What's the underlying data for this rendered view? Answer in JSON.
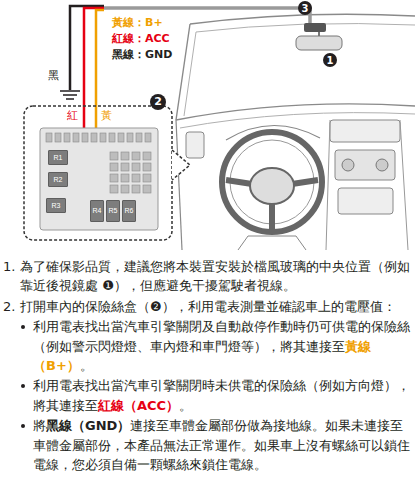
{
  "diagram": {
    "nodes": [
      {
        "text": [
          "R1"
        ]
      },
      {
        "text": [
          "R2"
        ]
      },
      {
        "text": [
          "R3"
        ]
      },
      {
        "text": [
          "R4"
        ]
      },
      {
        "text": [
          "R5"
        ]
      },
      {
        "text": [
          "R6"
        ]
      }
    ],
    "labels": [
      "3",
      "1",
      "黃線：B+",
      "紅線：ACC",
      "黑線：GND",
      "黑",
      "紅",
      "黃",
      "2",
      "1.",
      "為了確保影品質，建議您將本裝置安裝於檔風玻璃的中央位置（例如靠近後視鏡處 ❶），但應避免干擾駕駛者視線。",
      "2.",
      "打開車內的保險絲盒（❷），利用電表測量並確認車上的電壓值：",
      "利用電表找出當汽車引擎關閉及自動啟停作動時仍可供電的保險絲（例如警示閃燈燈、車內燈和車門燈等），將其連接至",
      "黃線（B+）",
      "。",
      "利用電表找出當汽車引擎關閉時未供電的保險絲（例如方向燈），將其連接至",
      "紅線（ACC）",
      "。",
      "將",
      "黑線（GND）",
      "連接至車體金屬部份做為接地線。如果未連接至車體金屬部份，本產品無法正常運作。如果車上沒有螺絲可以鎖住電線，您必須自備一顆螺絲來鎖住電線。"
    ]
  }
}
